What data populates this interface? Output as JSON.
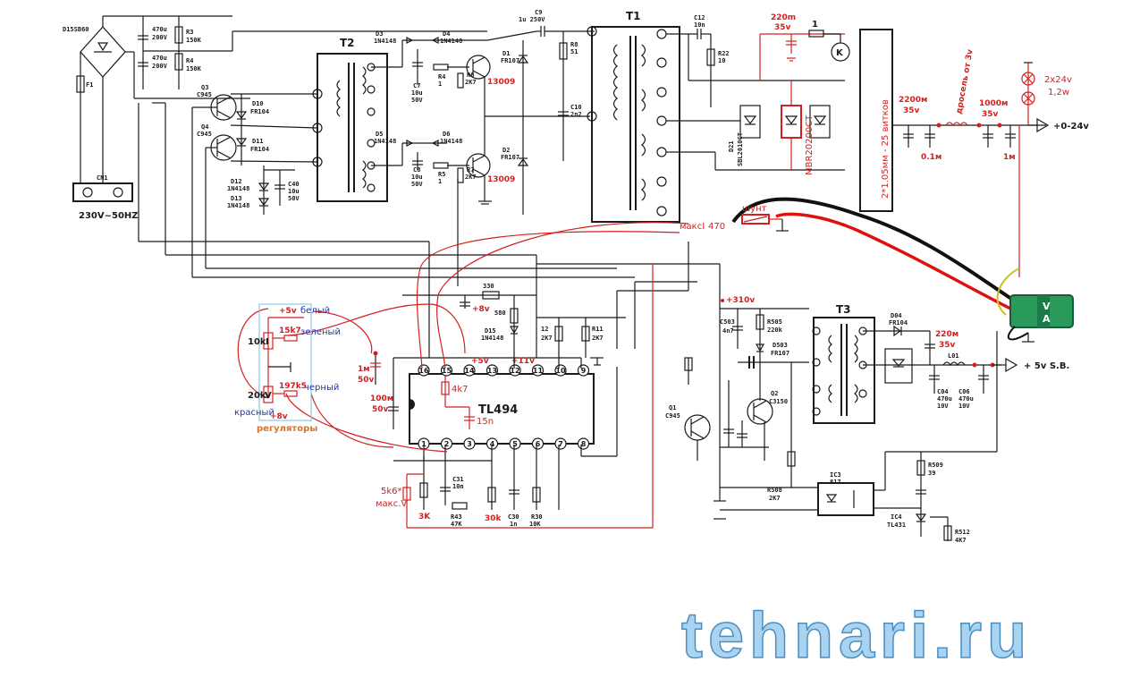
{
  "mains": {
    "bridge": "D15SB60",
    "cap1": "470u",
    "cap1v": "200V",
    "cap2": "470u",
    "cap2v": "200V",
    "r3": "R3",
    "r3v": "150K",
    "r4": "R4",
    "r4v": "150K",
    "fuse": "F1",
    "connector": "CN1",
    "mains_label": "230V~50HZ"
  },
  "t2": {
    "name": "T2",
    "q3": "Q3",
    "q3t": "C945",
    "q4": "Q4",
    "q4t": "C945",
    "d10": "D10",
    "d10t": "FR104",
    "d11": "D11",
    "d11t": "FR104",
    "d12": "D12",
    "d12t": "1N4148",
    "d13": "D13",
    "d13t": "1N4148",
    "c40": "C40",
    "c40v": "10u",
    "c40v2": "50V"
  },
  "drive": {
    "d3": "D3",
    "d3t": "1N4148",
    "d4": "D4",
    "d4t": "1N4148",
    "d5": "D5",
    "d5t": "1N4148",
    "d6": "D6",
    "d6t": "1N4148",
    "c7": "C7",
    "c7v": "10u",
    "c7v2": "50V",
    "c8": "C8",
    "c8v": "10u",
    "c8v2": "50V",
    "r4": "R4",
    "r4v": "1",
    "r5": "R5",
    "r5v": "1",
    "r6": "R6",
    "r6v": "2K7",
    "r7": "R7",
    "r7v": "2K7",
    "d1": "D1",
    "d1t": "FR107",
    "d2": "D2",
    "d2t": "FR107",
    "q1": "13009",
    "q2": "13009"
  },
  "t1": {
    "name": "T1",
    "c9": "C9",
    "c9v": "1u 250V",
    "r8": "R8",
    "r8v": "51",
    "c10": "C10",
    "c10v": "2n2",
    "c12": "C12",
    "c12v": "10n",
    "r22": "R22",
    "r22v": "10",
    "d21": "D21",
    "d21t": "SBL2010CT"
  },
  "output": {
    "cap220": "220m",
    "cap220v": "35v",
    "r1": "1",
    "relay": "K",
    "diode": "MBR20200CT",
    "winding": "2*1.05мм - 25 витков",
    "c2200": "2200м",
    "c2200v": "35v",
    "c01": "0.1м",
    "choke": "дросель от 3v",
    "c1000": "1000м",
    "c1000v": "35v",
    "c1m": "1м",
    "lamps": "2x24v",
    "lamps2": "1,2w",
    "out": "+0-24v"
  },
  "shunt": {
    "label": "шунт",
    "max_i": "максI",
    "r470": "470"
  },
  "standby": {
    "t3": "T3",
    "v310": "+310v",
    "c503": "C503",
    "c503v": "4n7",
    "r505": "R505",
    "r505v": "220k",
    "d503": "D503",
    "d503t": "FR107",
    "d04": "D04",
    "d04t": "FR104",
    "c220": "220м",
    "c220v": "35v",
    "l01": "L01",
    "c04": "C04",
    "c04v": "470u",
    "c04v2": "10V",
    "c06": "C06",
    "c06v": "470u",
    "c06v2": "10V",
    "out": "+ 5v S.B.",
    "q1": "Q1",
    "q1t": "C945",
    "q2": "Q2",
    "q2t": "C3150",
    "r508": "R508",
    "r508v": "2K7",
    "ic3": "IC3",
    "ic3t": "817",
    "ic4": "IC4",
    "ic4t": "TL431",
    "r509": "R509",
    "r509v": "39",
    "r512": "R512",
    "r512v": "4K7"
  },
  "meter": {
    "v": "V",
    "a": "A"
  },
  "controller": {
    "chip": "TL494",
    "pins_top": [
      "16",
      "15",
      "14",
      "13",
      "12",
      "11",
      "10",
      "9"
    ],
    "pins_bottom": [
      "1",
      "2",
      "3",
      "4",
      "5",
      "6",
      "7",
      "8"
    ],
    "plus5": "+5v",
    "plus8_top": "+8v",
    "plus11": "+11v",
    "r330": "330",
    "r580": "580",
    "d15": "D15",
    "d15t": "1N4148",
    "r12": "12",
    "r12v": "2K7",
    "r11": "R11",
    "r11v": "2K7",
    "r4k7": "4k7",
    "c15n": "15n",
    "c100": "100м",
    "c100v": "50v",
    "c1m": "1м",
    "c1mv": "50v",
    "r5k6": "5k6*",
    "maxv": "макс.V",
    "r3k": "3K",
    "c31": "C31",
    "c31v": "10n",
    "r43": "R43",
    "r43v": "47K",
    "r30k": "30k",
    "c30": "C30",
    "c30v": "1n",
    "r30": "R30",
    "r30v": "10K"
  },
  "regulators": {
    "plus5": "+5v",
    "white": "белый",
    "r10k": "10k",
    "r15k7": "15k7",
    "green": "зеленый",
    "i_mark": "I",
    "v_mark": "V",
    "r20k": "20k",
    "r197k5": "197k5",
    "black": "черный",
    "red": "красный",
    "plus8": "+8v",
    "title": "регуляторы"
  },
  "watermark": "tehnari.ru",
  "colors": {
    "black": "#1a1a1a",
    "red": "#d42020",
    "blue": "#2030c0",
    "watermark": "#a9d3ee"
  }
}
